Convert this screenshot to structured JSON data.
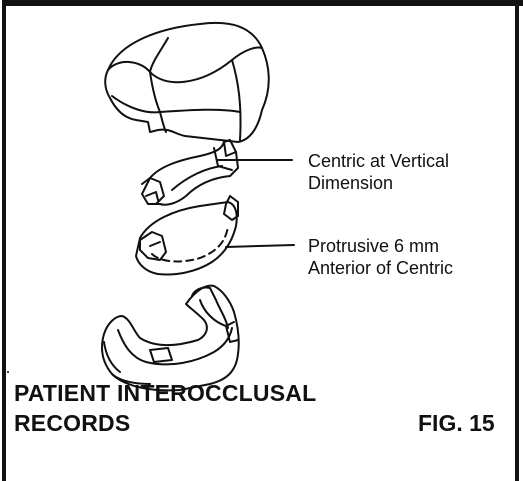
{
  "labels": {
    "centric": [
      "Centric at Vertical",
      "Dimension"
    ],
    "protrusive": [
      "Protrusive 6 mm",
      "Anterior of Centric"
    ]
  },
  "title": [
    "PATIENT INTEROCCLUSAL",
    "RECORDS"
  ],
  "figure": "FIG. 15",
  "colors": {
    "ink": "#111111",
    "background": "#ffffff"
  }
}
